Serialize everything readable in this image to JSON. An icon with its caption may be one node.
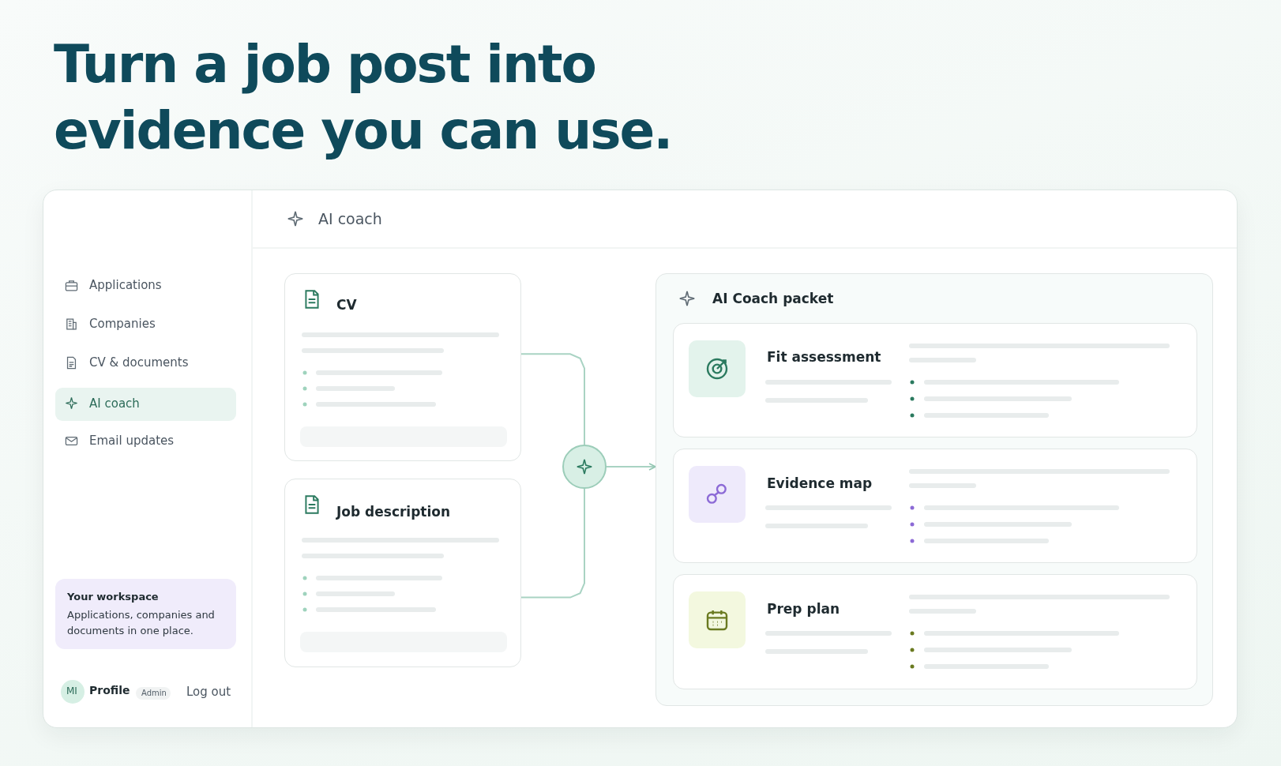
{
  "diagram": {
    "title": "Turn a job post into evidence you can use.",
    "nodes": [
      {
        "text": [
          "CV"
        ]
      },
      {
        "text": [
          "Job description"
        ]
      },
      {
        "text": [],
        "shape": "circle"
      },
      {
        "text": [
          "AI Coach packet"
        ]
      },
      {
        "text": [
          "Fit assessment"
        ],
        "in": 3
      },
      {
        "text": [
          "Evidence map"
        ],
        "in": 3
      },
      {
        "text": [
          "Prep plan"
        ],
        "in": 3
      }
    ],
    "edges": [
      {
        "from": 0,
        "to": 2,
        "arrow": "none"
      },
      {
        "from": 1,
        "to": 2,
        "arrow": "none"
      },
      {
        "from": 2,
        "to": 3,
        "arrow": "to"
      }
    ],
    "labels": [
      "AI coach",
      "Applications",
      "Companies",
      "CV & documents",
      "AI coach",
      "Email updates",
      "Your workspace",
      "Applications, companies and documents in one place.",
      "MI",
      "Profile",
      "Admin",
      "Log out"
    ]
  }
}
